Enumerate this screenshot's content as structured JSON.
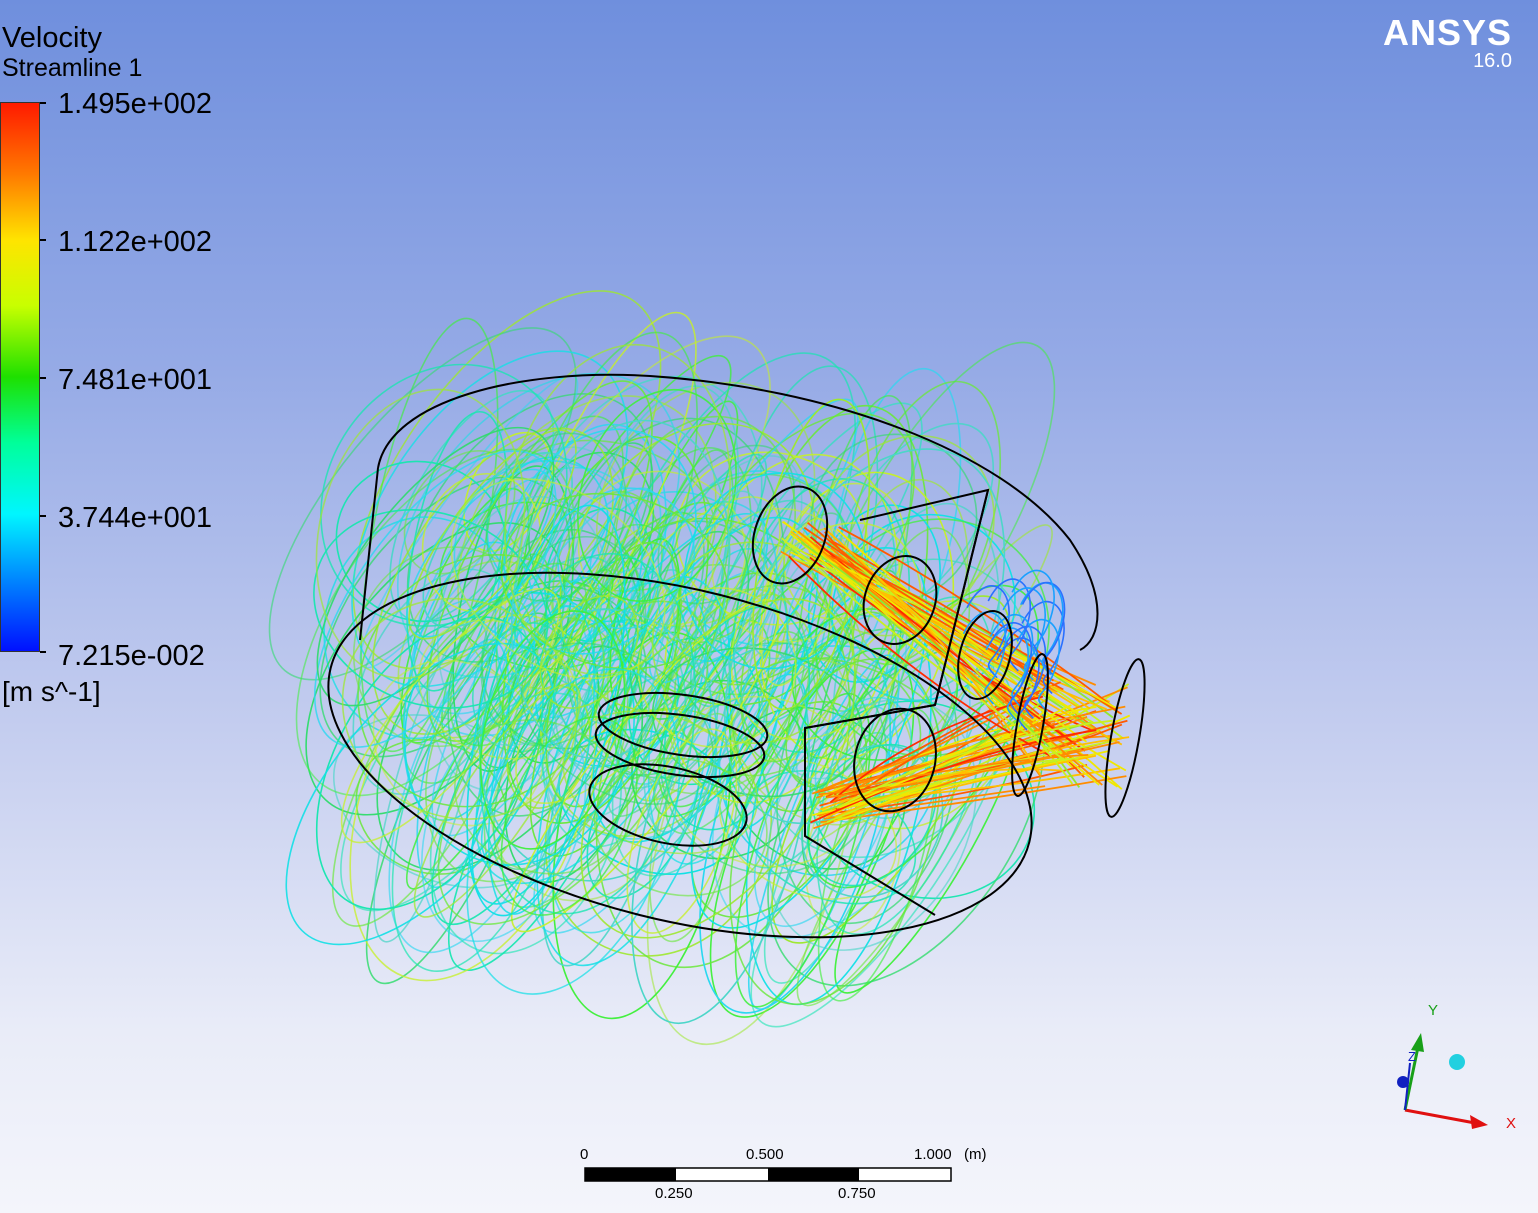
{
  "legend": {
    "title": "Velocity",
    "subtitle": "Streamline 1",
    "ticks": [
      "1.495e+002",
      "1.122e+002",
      "7.481e+001",
      "3.744e+001",
      "7.215e-002"
    ],
    "units": "[m s^-1]"
  },
  "brand": {
    "name": "ANSYS",
    "version": "16.0"
  },
  "scale_bar": {
    "top_labels": [
      "0",
      "0.500",
      "1.000"
    ],
    "unit": "(m)",
    "bottom_labels": [
      "0.250",
      "0.750"
    ]
  },
  "axes": {
    "x": "X",
    "y": "Y",
    "z": "Z"
  },
  "colors": {
    "outline": "#000000",
    "high": "#ff1a00",
    "mid": "#1ee000",
    "low": "#0010ff",
    "x_axis": "#e01010",
    "y_axis": "#18a018",
    "z_axis": "#1020c0"
  }
}
